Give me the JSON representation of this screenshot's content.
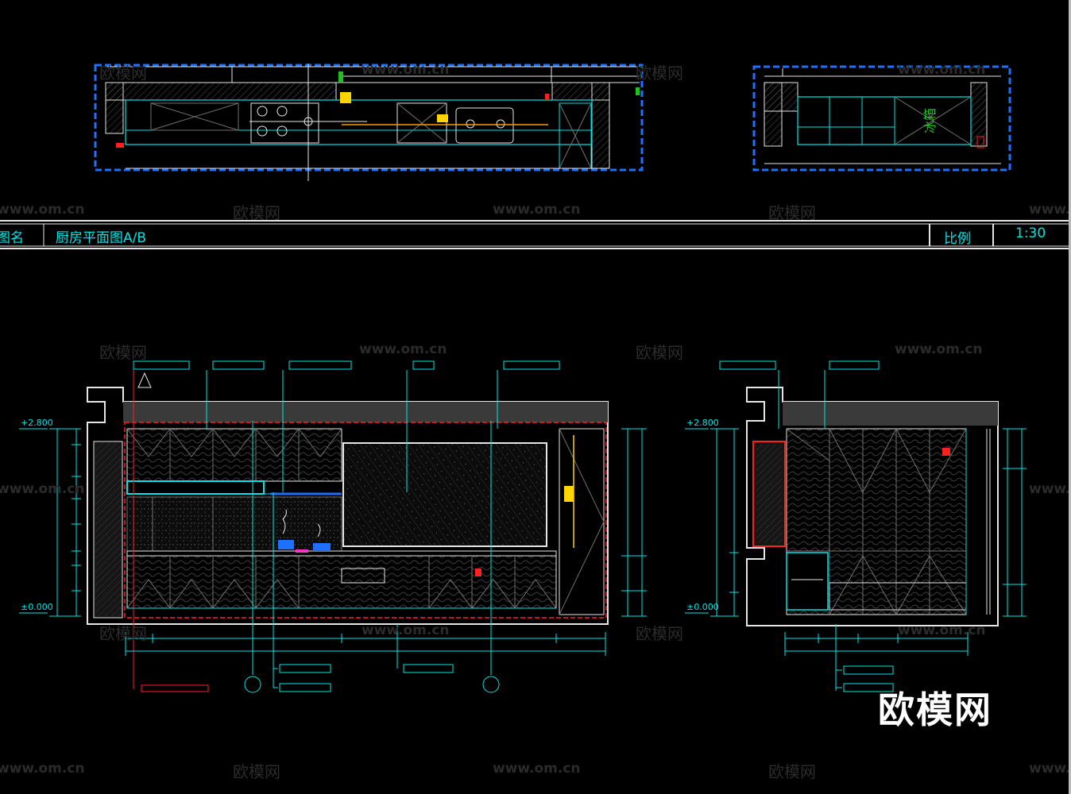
{
  "title_bar": {
    "name_label": "图名",
    "drawing_title": "厨房平面图A/B",
    "scale_label": "比例",
    "scale_value": "1:30"
  },
  "plan_labels": {
    "fridge": "冰箱"
  },
  "watermark": {
    "cn": "欧模网",
    "url": "www.om.cn"
  },
  "logo": "欧模网",
  "elevation_A": {
    "level_top": "+2.800",
    "level_bottom": "±0.000"
  },
  "elevation_B": {
    "level_top": "+2.800",
    "level_bottom": "±0.000"
  },
  "colors": {
    "cyan": "#00e5e5",
    "white": "#e6e6e6",
    "red": "#ff2020",
    "yellow": "#ffd400",
    "orange": "#ff9900",
    "green": "#21c021",
    "blue": "#1e70ff",
    "magenta": "#ff33cc",
    "grey": "#707070"
  }
}
